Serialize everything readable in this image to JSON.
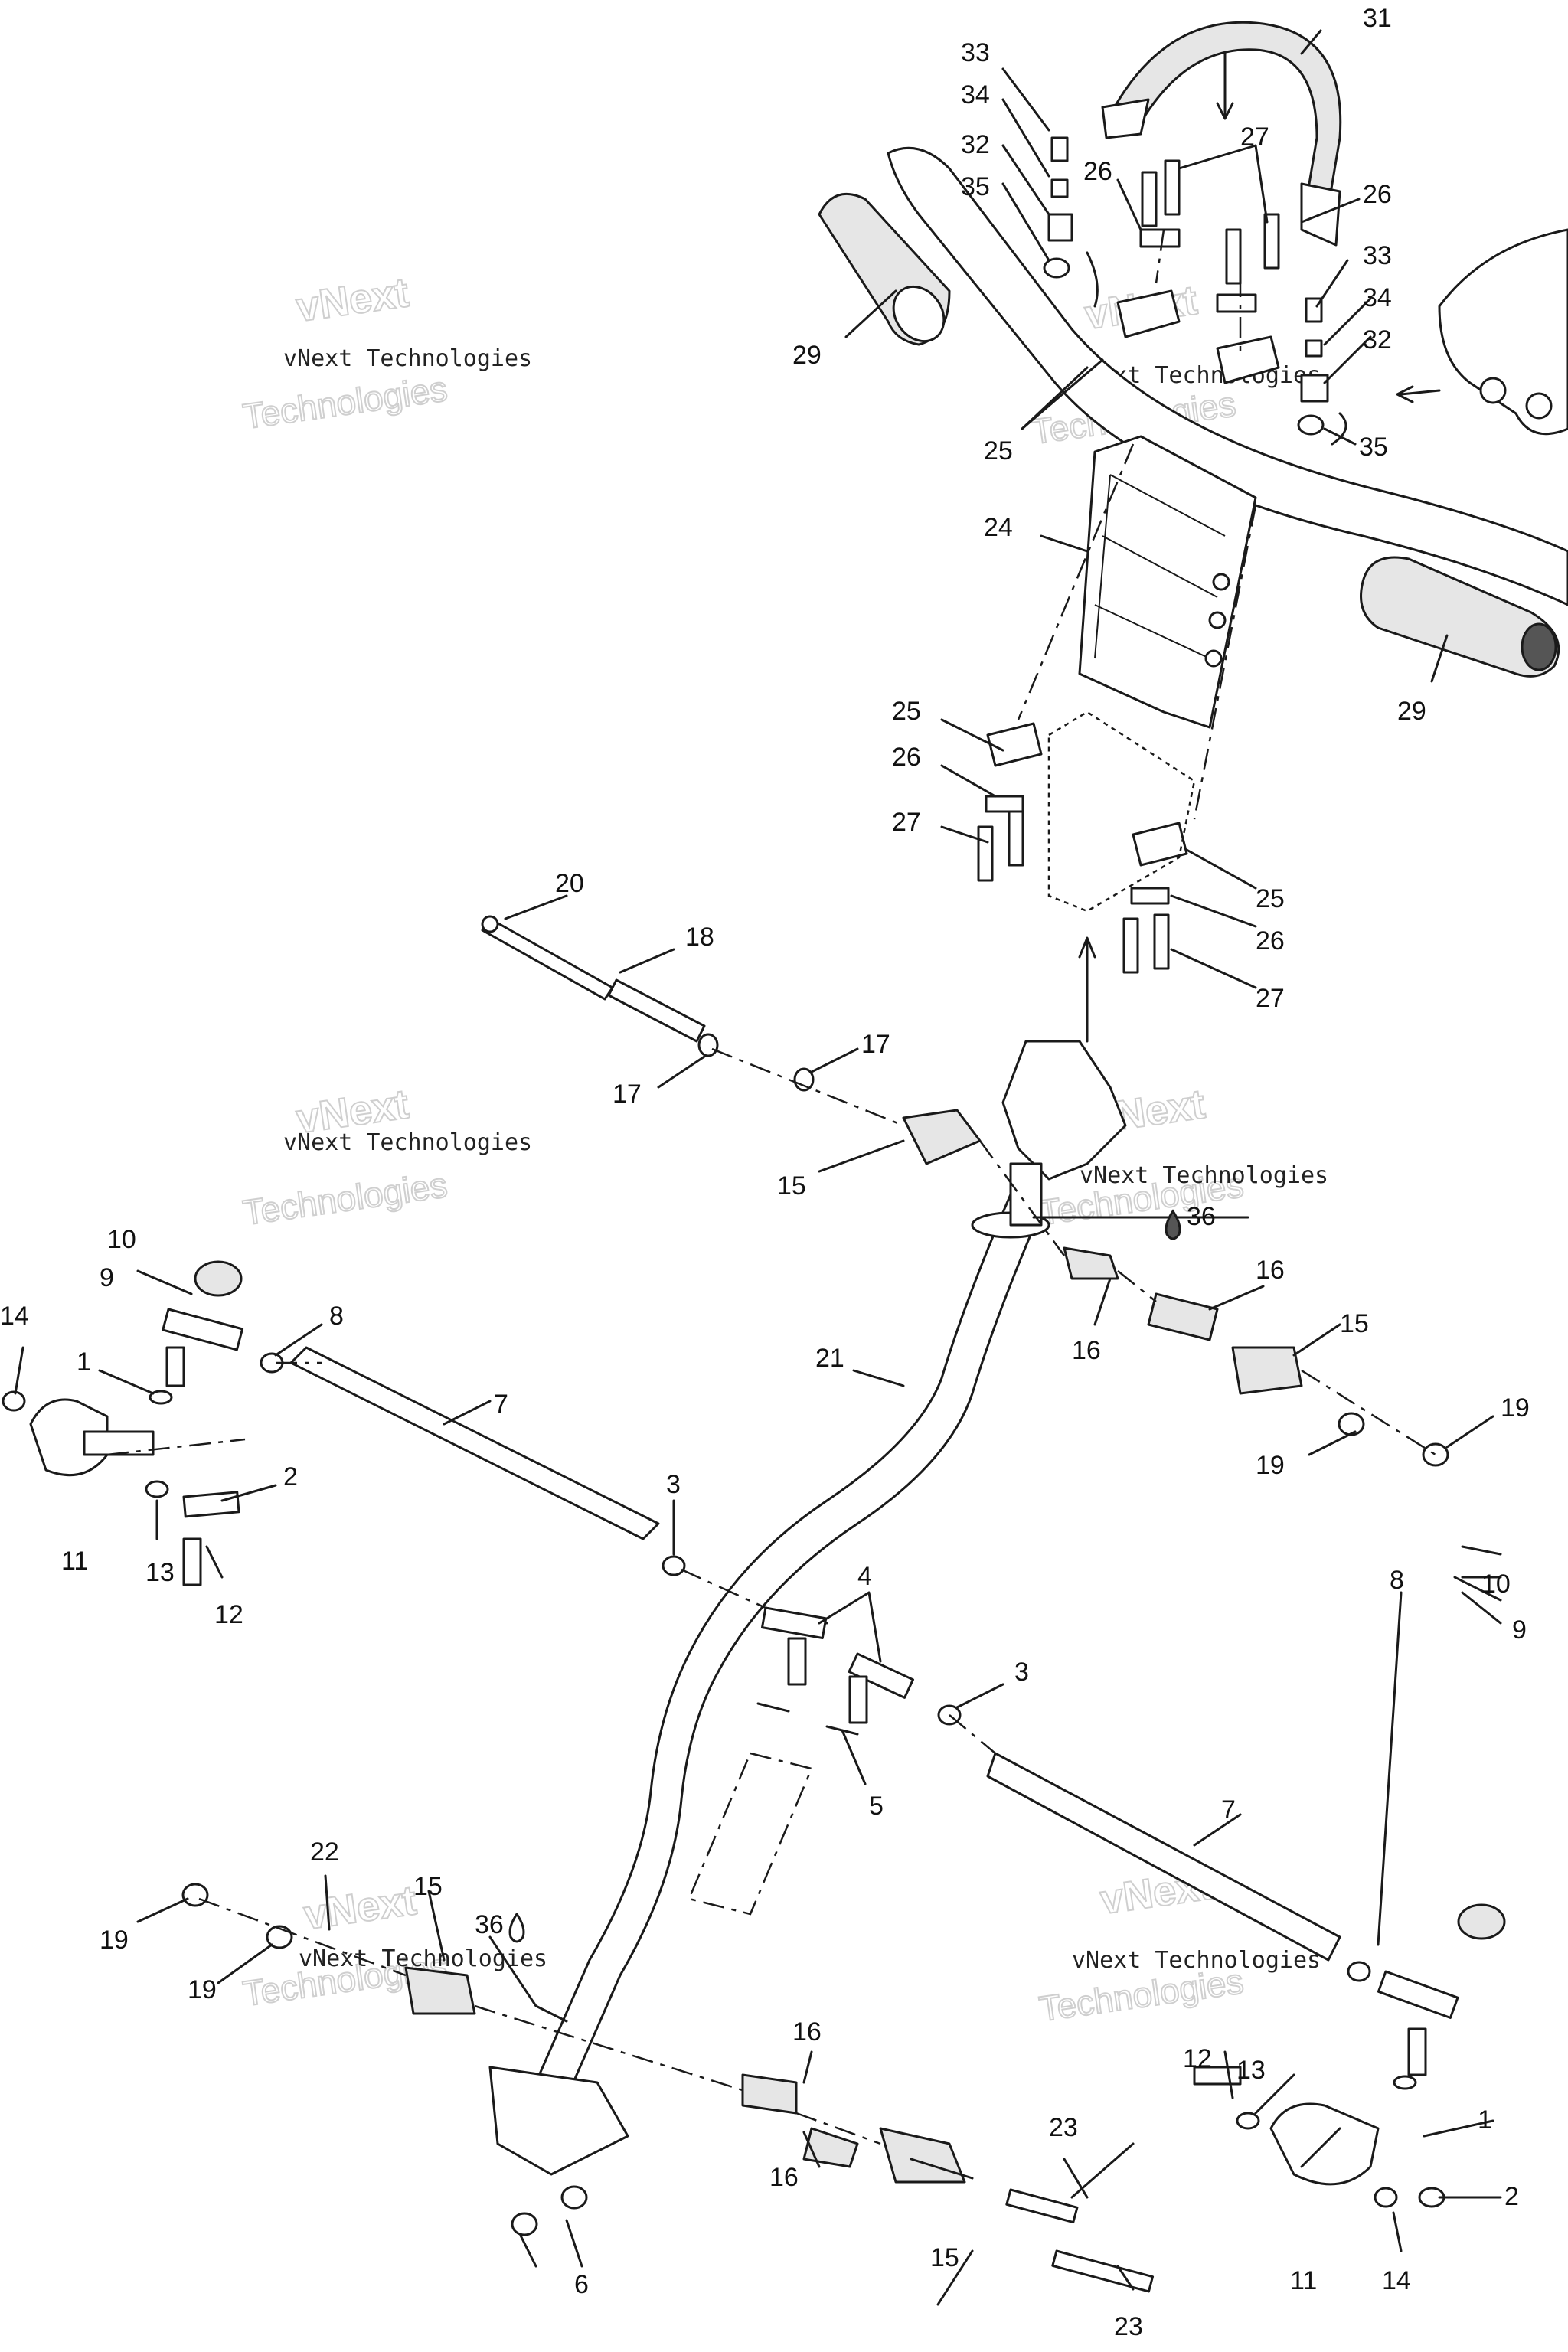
{
  "watermark": {
    "text": "vNext Technologies",
    "big_line1": "vNext",
    "big_line2": "Technologies"
  },
  "callouts": {
    "c1a": "1",
    "c1b": "1",
    "c2a": "2",
    "c2b": "2",
    "c3a": "3",
    "c3b": "3",
    "c4": "4",
    "c5": "5",
    "c6": "6",
    "c7a": "7",
    "c7b": "7",
    "c8a": "8",
    "c8b": "8",
    "c9a": "9",
    "c9b": "9",
    "c10a": "10",
    "c10b": "10",
    "c11a": "11",
    "c11b": "11",
    "c12a": "12",
    "c12b": "12",
    "c13a": "13",
    "c13b": "13",
    "c14a": "14",
    "c14b": "14",
    "c15a": "15",
    "c15b": "15",
    "c15c": "15",
    "c15d": "15",
    "c16a": "16",
    "c16b": "16",
    "c16c": "16",
    "c16d": "16",
    "c17a": "17",
    "c17b": "17",
    "c18": "18",
    "c19a": "19",
    "c19b": "19",
    "c19c": "19",
    "c19d": "19",
    "c20": "20",
    "c21": "21",
    "c22": "22",
    "c23a": "23",
    "c23b": "23",
    "c24": "24",
    "c25a": "25",
    "c25b": "25",
    "c25c": "25",
    "c26a": "26",
    "c26b": "26",
    "c26c": "26",
    "c26d": "26",
    "c27a": "27",
    "c27b": "27",
    "c27c": "27",
    "c29a": "29",
    "c29b": "29",
    "c31": "31",
    "c32a": "32",
    "c32b": "32",
    "c33a": "33",
    "c33b": "33",
    "c34a": "34",
    "c34b": "34",
    "c35a": "35",
    "c35b": "35",
    "c36a": "36",
    "c36b": "36"
  },
  "colors": {
    "ink": "#1a1a1a",
    "watermark_outline": "#cfcfcf",
    "background": "#ffffff"
  },
  "icons": {
    "lubricant": "oil-drop-icon"
  }
}
